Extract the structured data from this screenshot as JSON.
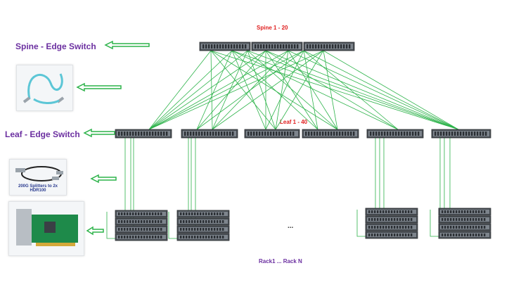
{
  "labels": {
    "spine_tier": "Spine  - Edge Switch",
    "leaf_tier": "Leaf - Edge Switch",
    "spine_range": "Spine 1 - 20",
    "leaf_range": "Leaf 1 - 40",
    "rack_range": "Rack1  ...  Rack N",
    "rack_gap": "...",
    "splitter_caption": "200G Splitters to 2x HDR100"
  },
  "components": {
    "cable_image": "fiber-optic-cable",
    "splitter_image": "splitter-cable",
    "adapter_image": "network-adapter-card"
  },
  "colors": {
    "tier_label": "#6b2fa0",
    "range_label": "#e02020",
    "links": "#2db34a",
    "arrow": "#2db34a",
    "switch_body": "#4a4f55"
  }
}
